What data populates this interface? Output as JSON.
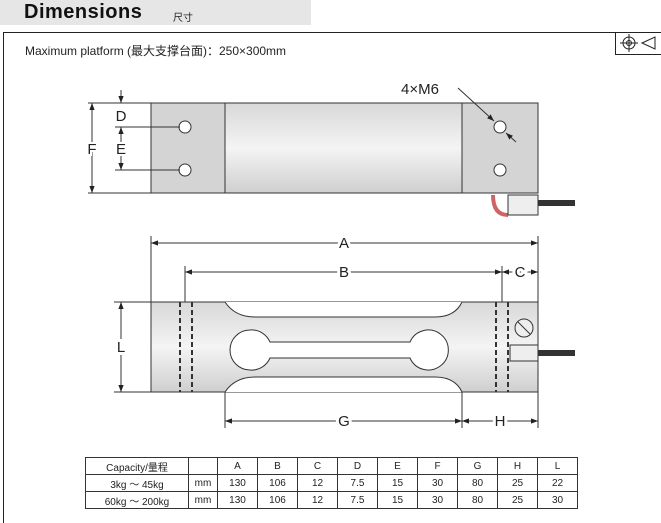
{
  "header": {
    "title": "Dimensions",
    "subtitle": "尺寸"
  },
  "platform": "Maximum platform (最大支撑台面)：250×300mm",
  "labels": {
    "hole": "4×M6",
    "A": "A",
    "B": "B",
    "C": "C",
    "D": "D",
    "E": "E",
    "F": "F",
    "G": "G",
    "H": "H",
    "L": "L"
  },
  "table": {
    "headers": [
      "Capacity/量程",
      "",
      "A",
      "B",
      "C",
      "D",
      "E",
      "F",
      "G",
      "H",
      "L"
    ],
    "rows": [
      [
        "3kg ～ 45kg",
        "mm",
        "130",
        "106",
        "12",
        "7.5",
        "15",
        "30",
        "80",
        "25",
        "22"
      ],
      [
        "60kg ～ 200kg",
        "mm",
        "130",
        "106",
        "12",
        "7.5",
        "15",
        "30",
        "80",
        "25",
        "30"
      ]
    ]
  },
  "icons": [
    "projection-symbol-icon"
  ]
}
